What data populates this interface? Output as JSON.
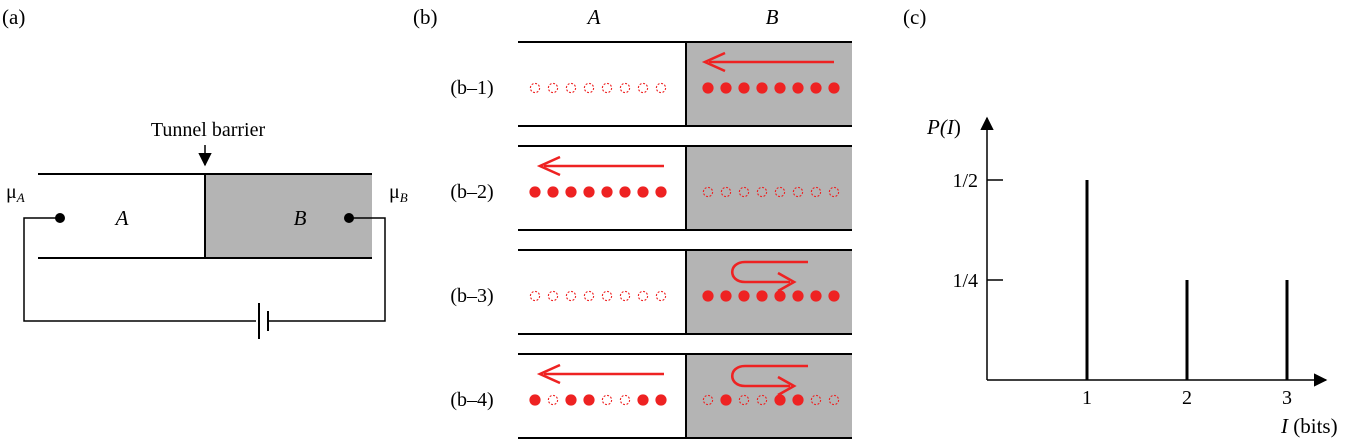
{
  "colors": {
    "accent_red": "#ee2222",
    "region_gray": "#b4b4b4",
    "line": "#000000"
  },
  "panel_a": {
    "label": "(a)",
    "barrier_label": "Tunnel barrier",
    "region_a": "A",
    "region_b": "B",
    "mu_a": {
      "mu": "μ",
      "sub": "A"
    },
    "mu_b": {
      "mu": "μ",
      "sub": "B"
    }
  },
  "panel_b": {
    "label": "(b)",
    "col_a": "A",
    "col_b": "B",
    "rows": [
      {
        "label": "(b–1)",
        "a_dots": [
          0,
          0,
          0,
          0,
          0,
          0,
          0,
          0
        ],
        "b_dots": [
          1,
          1,
          1,
          1,
          1,
          1,
          1,
          1
        ],
        "a_arrow": "none",
        "b_arrow": "left"
      },
      {
        "label": "(b–2)",
        "a_dots": [
          1,
          1,
          1,
          1,
          1,
          1,
          1,
          1
        ],
        "b_dots": [
          0,
          0,
          0,
          0,
          0,
          0,
          0,
          0
        ],
        "a_arrow": "left",
        "b_arrow": "none"
      },
      {
        "label": "(b–3)",
        "a_dots": [
          0,
          0,
          0,
          0,
          0,
          0,
          0,
          0
        ],
        "b_dots": [
          1,
          1,
          1,
          1,
          1,
          1,
          1,
          1
        ],
        "a_arrow": "none",
        "b_arrow": "uturn"
      },
      {
        "label": "(b–4)",
        "a_dots": [
          1,
          0,
          1,
          1,
          0,
          0,
          1,
          1
        ],
        "b_dots": [
          0,
          1,
          0,
          0,
          1,
          1,
          0,
          0
        ],
        "a_arrow": "left",
        "b_arrow": "uturn"
      }
    ],
    "dot_legend": {
      "1": "filled",
      "0": "empty-dashed"
    }
  },
  "panel_c": {
    "label": "(c)",
    "chart_data": {
      "type": "bar",
      "x": [
        1,
        2,
        3
      ],
      "values": [
        0.5,
        0.25,
        0.25
      ],
      "xlabel": {
        "var": "I",
        "unit": " (bits)"
      },
      "ylabel": {
        "fn": "P(",
        "var": "I",
        "close": ")"
      },
      "xticks": [
        "1",
        "2",
        "3"
      ],
      "yticks": [
        {
          "value": 0.5,
          "label": "1/2"
        },
        {
          "value": 0.25,
          "label": "1/4"
        }
      ],
      "xlim": [
        0,
        3.5
      ],
      "ylim": [
        0,
        0.65
      ],
      "grid": false
    }
  }
}
